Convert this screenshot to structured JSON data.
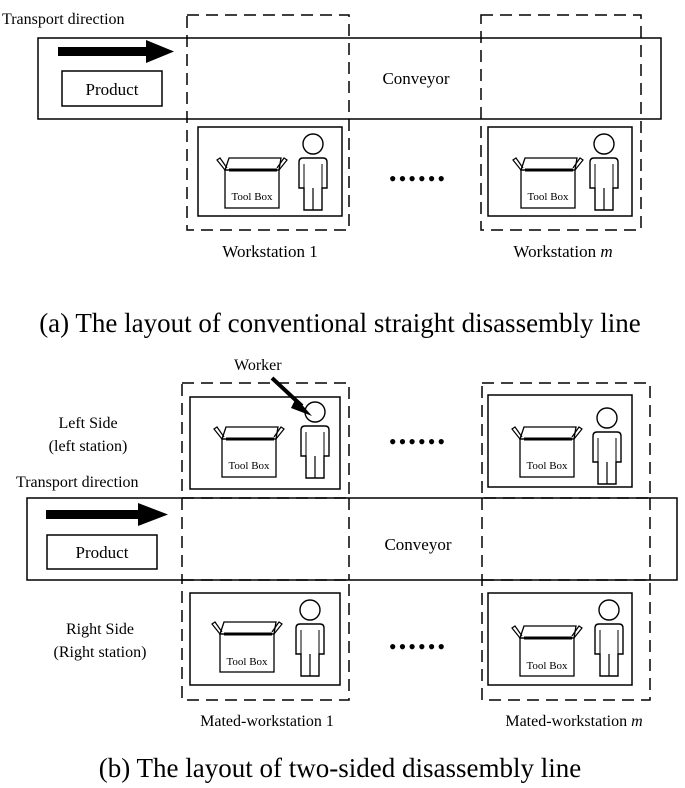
{
  "part_a": {
    "transport_direction": "Transport direction",
    "product": "Product",
    "conveyor": "Conveyor",
    "tool_box": "Tool Box",
    "workstation_1": "Workstation 1",
    "workstation_m_prefix": "Workstation ",
    "workstation_m_var": "m",
    "ellipsis": "••••••",
    "caption": "(a) The layout of conventional straight disassembly line"
  },
  "part_b": {
    "worker": "Worker",
    "left_side_1": "Left Side",
    "left_side_2": "(left station)",
    "transport_direction": "Transport direction",
    "product": "Product",
    "conveyor": "Conveyor",
    "right_side_1": "Right Side",
    "right_side_2": "(Right station)",
    "tool_box": "Tool Box",
    "mated_1": "Mated-workstation 1",
    "mated_m_prefix": "Mated-workstation ",
    "mated_m_var": "m",
    "ellipsis": "••••••",
    "caption": "(b) The layout of two-sided disassembly line"
  }
}
